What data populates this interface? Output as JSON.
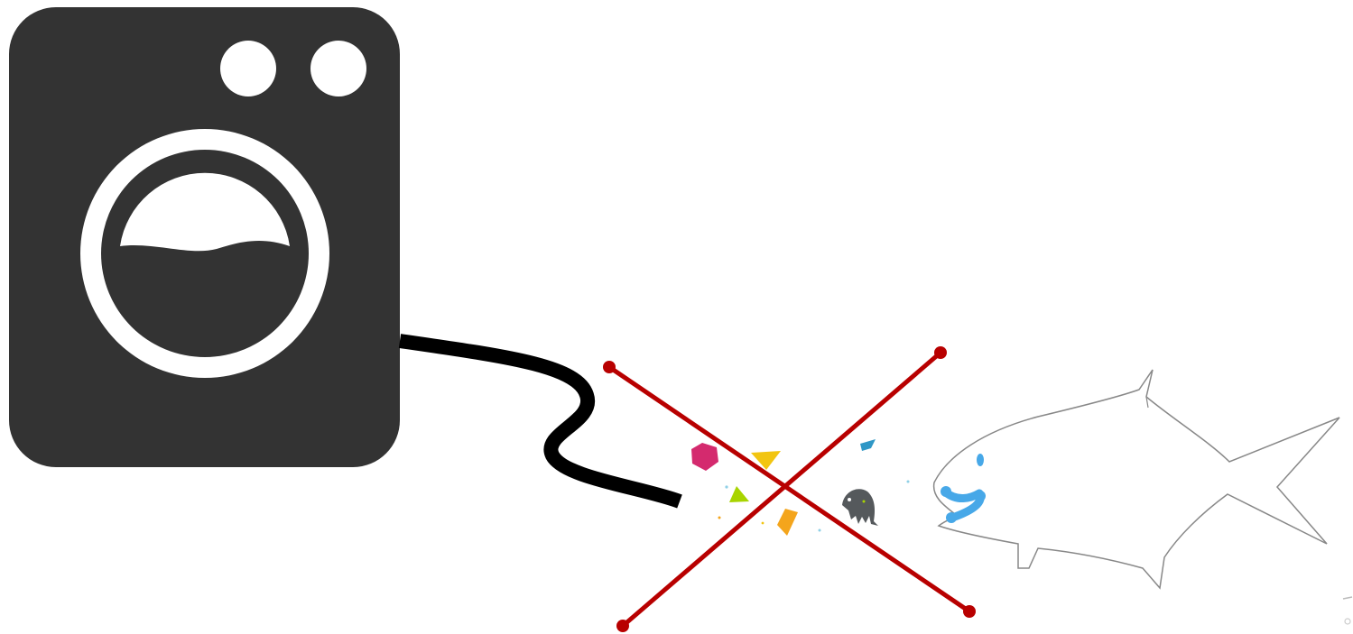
{
  "diagram": {
    "elements": [
      {
        "id": "washing-machine",
        "icon": "washing-machine-icon"
      },
      {
        "id": "drain-hose",
        "icon": "hose-line"
      },
      {
        "id": "microplastic-particles",
        "icon": "particles-icon"
      },
      {
        "id": "plankton",
        "icon": "zooplankton-icon"
      },
      {
        "id": "cross-out-mark",
        "icon": "red-x-icon"
      },
      {
        "id": "fish",
        "icon": "fish-outline-icon"
      }
    ]
  },
  "colors": {
    "machine_body": "#333333",
    "machine_detail": "#ffffff",
    "hose": "#000000",
    "cross": "#b80000",
    "fish_outline": "#888888",
    "fish_face": "#47a8e8",
    "particle_magenta": "#d42a6e",
    "particle_yellow": "#f2c511",
    "particle_green": "#a8d400",
    "particle_orange": "#f4a51c",
    "particle_blue": "#2f97c6",
    "plankton": "#55595c"
  }
}
